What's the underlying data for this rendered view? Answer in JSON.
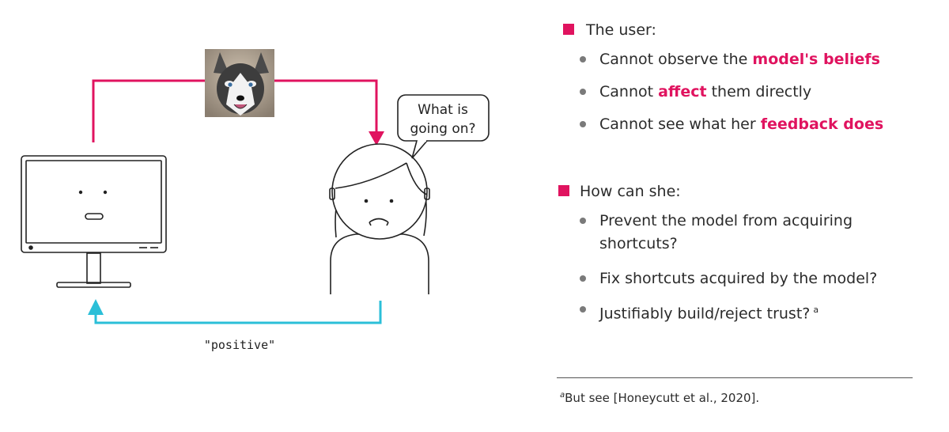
{
  "diagram": {
    "speech_bubble": {
      "line1": "What is",
      "line2": "going on?"
    },
    "feedback_label": "\"positive\"",
    "colors": {
      "top_arrow": "#e0135f",
      "bottom_arrow": "#2bbfd8"
    },
    "image_icon": "husky-photo"
  },
  "section_user": {
    "heading": "The user:",
    "bullets": [
      {
        "pre": "Cannot observe the ",
        "em": "model's beliefs",
        "post": ""
      },
      {
        "pre": "Cannot ",
        "em": "affect",
        "post": " them directly"
      },
      {
        "pre": "Cannot see what her ",
        "em": "feedback does",
        "post": ""
      }
    ]
  },
  "section_how": {
    "heading": "How can she:",
    "bullets": [
      {
        "line1": "Prevent the model from acquiring",
        "line2": "shortcuts?"
      },
      {
        "text": "Fix shortcuts acquired by the model?"
      },
      {
        "text": "Justifiably build/reject trust?",
        "sup": "a"
      }
    ]
  },
  "footnote": {
    "marker": "a",
    "text": "But see [Honeycutt et al., 2020]."
  },
  "accent_color": "#e0135f"
}
